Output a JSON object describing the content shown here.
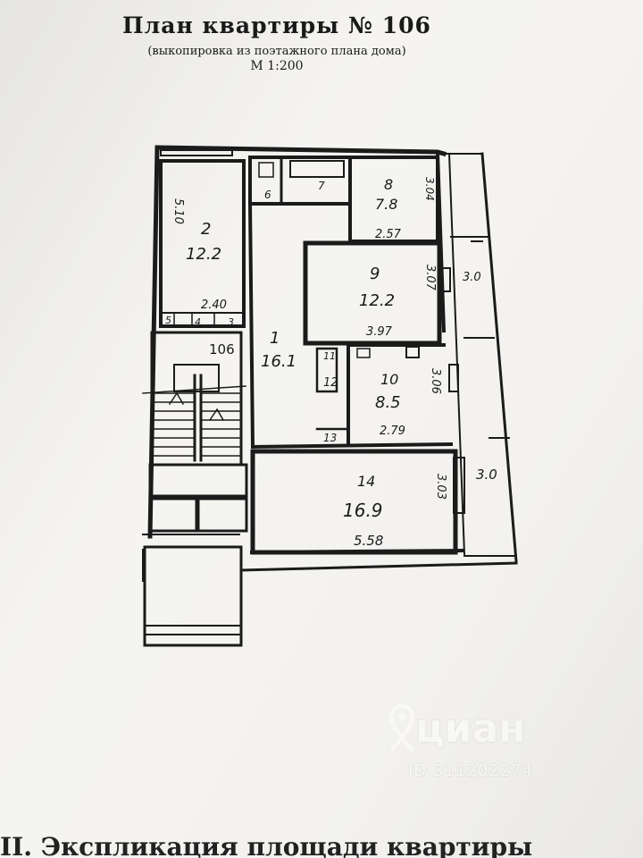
{
  "header": {
    "title": "План квартиры № 106",
    "subtitle": "(выкопировка из поэтажного плана дома)",
    "scale": "М 1:200"
  },
  "rooms": {
    "r1": {
      "num": "1",
      "area": "16.1"
    },
    "r2": {
      "num": "2",
      "area": "12.2",
      "dim_a": "5.10",
      "dim_b": "2.40"
    },
    "r3": {
      "num": "3"
    },
    "r4": {
      "num": "4"
    },
    "r5": {
      "num": "5"
    },
    "r6": {
      "num": "6"
    },
    "r7": {
      "num": "7"
    },
    "r8": {
      "num": "8",
      "area": "7.8",
      "dim_a": "3.04",
      "dim_b": "2.57"
    },
    "r9": {
      "num": "9",
      "area": "12.2",
      "dim_a": "3.07",
      "dim_b": "3.97"
    },
    "r10": {
      "num": "10",
      "area": "8.5",
      "dim_a": "3.06",
      "dim_b": "2.79"
    },
    "r11": {
      "num": "11"
    },
    "r12": {
      "num": "12"
    },
    "r13": {
      "num": "13"
    },
    "r14": {
      "num": "14",
      "area": "16.9",
      "dim_a": "3.03",
      "dim_b": "5.58"
    }
  },
  "labels": {
    "apt": "106",
    "balcony_upper": "3.0",
    "balcony_lower": "3.0"
  },
  "watermark": {
    "brand": "циан",
    "id": "ID 311202274",
    "icon": "location-pin-icon"
  },
  "footer": {
    "heading": "II. Экспликация площади квартиры"
  }
}
